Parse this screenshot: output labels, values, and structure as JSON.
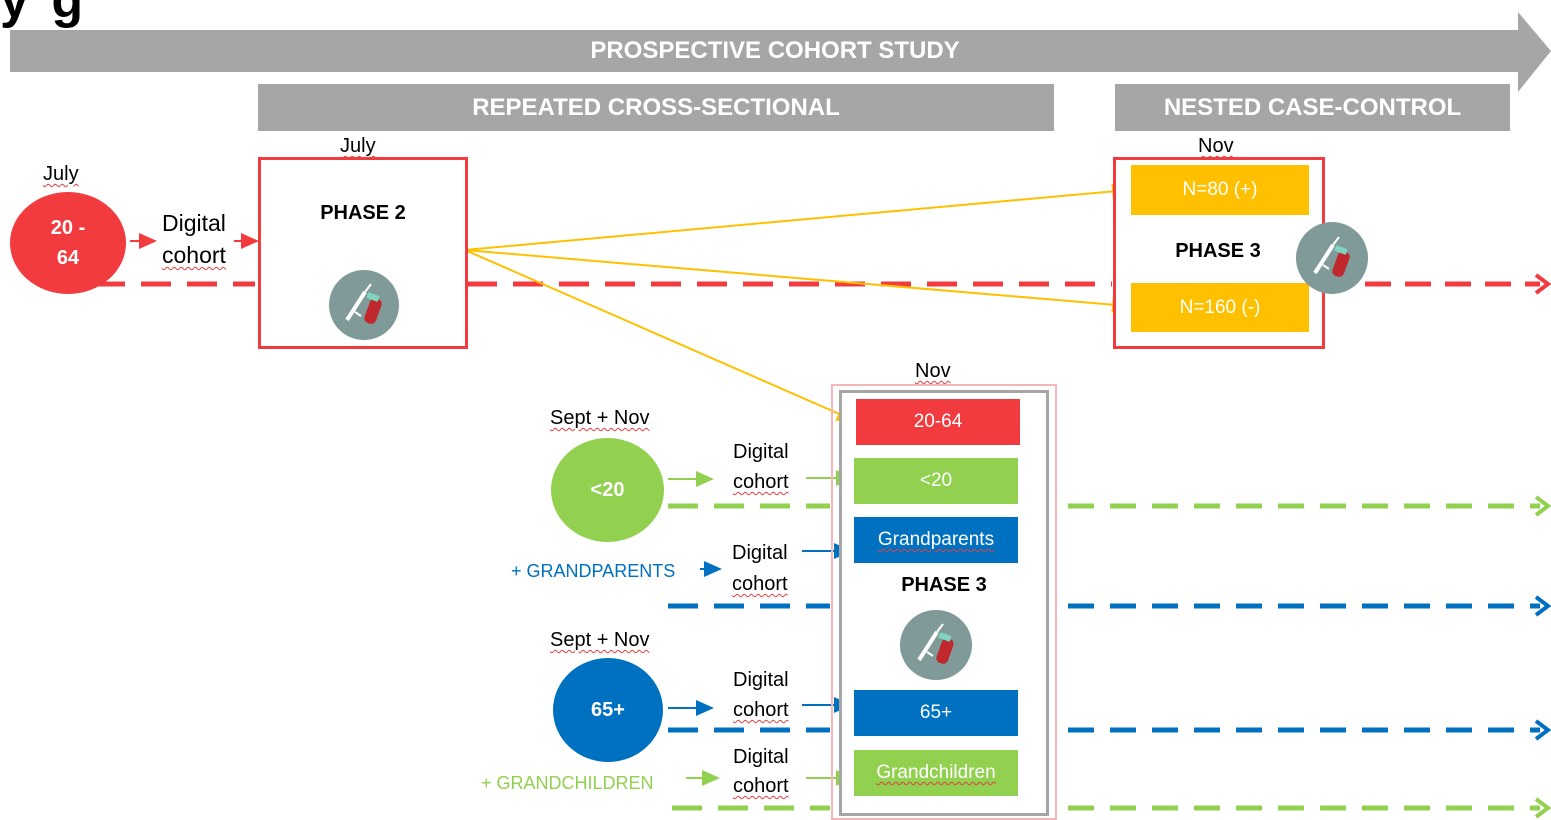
{
  "header": {
    "partial_title": "y g",
    "main_bar": "PROSPECTIVE COHORT STUDY",
    "left_bar": "REPEATED CROSS-SECTIONAL",
    "right_bar": "NESTED CASE-CONTROL"
  },
  "colors": {
    "red": "#f23b3f",
    "green": "#92d050",
    "blue": "#0070c0",
    "yellow": "#ffc000",
    "gray": "#a6a6a6"
  },
  "start": {
    "month": "July",
    "circle_label_1": "20 -",
    "circle_label_2": "64",
    "digital_1": "Digital",
    "digital_2": "cohort"
  },
  "phase2": {
    "month": "July",
    "title": "PHASE 2",
    "icon": "blood-sample-icon"
  },
  "phase3_top": {
    "month": "Nov",
    "positive": "N=80 (+)",
    "title": "PHASE 3",
    "negative": "N=160 (-)",
    "icon": "blood-sample-icon"
  },
  "phase3_bottom": {
    "month": "Nov",
    "title": "PHASE 3",
    "icon": "blood-sample-icon",
    "rows": [
      "20-64",
      "<20",
      "Grandparents",
      "65+",
      "Grandchildren"
    ]
  },
  "young": {
    "month": "Sept + Nov",
    "circle": "<20",
    "digital_1": "Digital",
    "digital_2": "cohort"
  },
  "grandparents": {
    "label": "+ GRANDPARENTS",
    "digital_1": "Digital",
    "digital_2": "cohort"
  },
  "elderly": {
    "month": "Sept + Nov",
    "circle": "65+",
    "digital_1": "Digital",
    "digital_2": "cohort"
  },
  "grandchildren": {
    "label": "+ GRANDCHILDREN",
    "digital_1": "Digital",
    "digital_2": "cohort"
  }
}
